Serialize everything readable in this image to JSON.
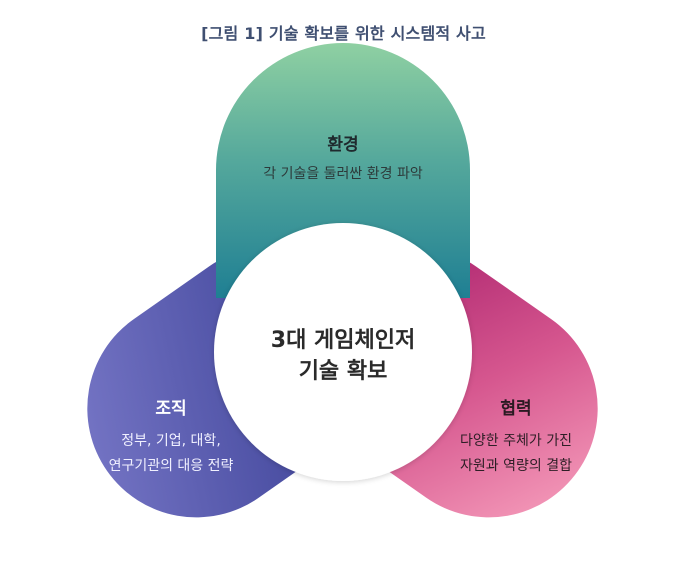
{
  "title": "[그림 1] 기술 확보를 위한 시스템적 사고",
  "center": {
    "line1": "3대 게임체인저",
    "line2": "기술 확보"
  },
  "petals": {
    "environment": {
      "heading": "환경",
      "desc_line1": "각 기술을 둘러싼 환경 파악"
    },
    "organization": {
      "heading": "조직",
      "desc_line1": "정부, 기업, 대학,",
      "desc_line2": "연구기관의 대응 전략"
    },
    "cooperation": {
      "heading": "협력",
      "desc_line1": "다양한 주체가 가진",
      "desc_line2": "자원과 역량의 결합"
    }
  },
  "colors": {
    "title": "#3f4f71",
    "environment_top": "#8fcfa3",
    "environment_bottom": "#2d8f9a",
    "organization_left": "#6d6ec0",
    "organization_right": "#3a3f96",
    "cooperation_left": "#b0276f",
    "cooperation_right": "#f08db0",
    "center_fill": "#ffffff"
  }
}
